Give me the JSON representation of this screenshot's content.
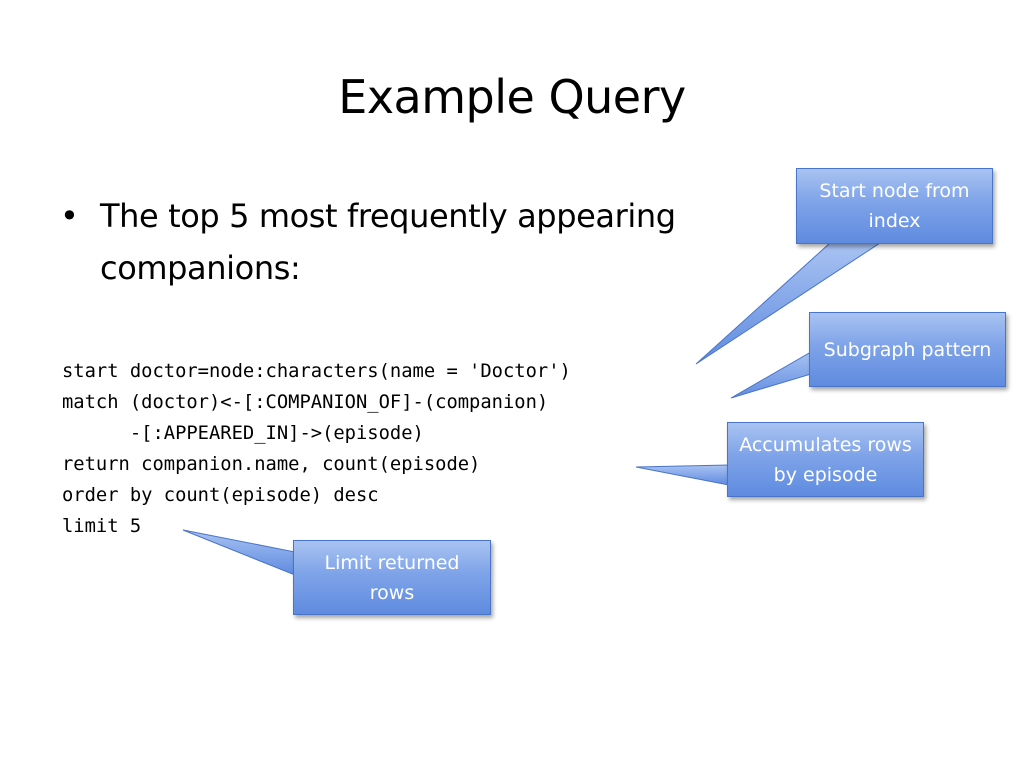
{
  "slide": {
    "title": "Example Query",
    "bullet": {
      "symbol": "•",
      "text": "The top 5 most frequently appearing companions:"
    },
    "code_lines": [
      "start doctor=node:characters(name = 'Doctor')",
      "match (doctor)<-[:COMPANION_OF]-(companion)",
      "      -[:APPEARED_IN]->(episode)",
      "return companion.name, count(episode)",
      "order by count(episode) desc",
      "limit 5"
    ],
    "callouts": [
      {
        "text": "Start node from index"
      },
      {
        "text": "Subgraph pattern"
      },
      {
        "text": "Accumulates rows by episode"
      },
      {
        "text": "Limit returned rows"
      }
    ]
  },
  "colors": {
    "callout_fill": "#7ea3e8",
    "callout_border": "#4a74c8",
    "callout_text": "#ffffff"
  }
}
